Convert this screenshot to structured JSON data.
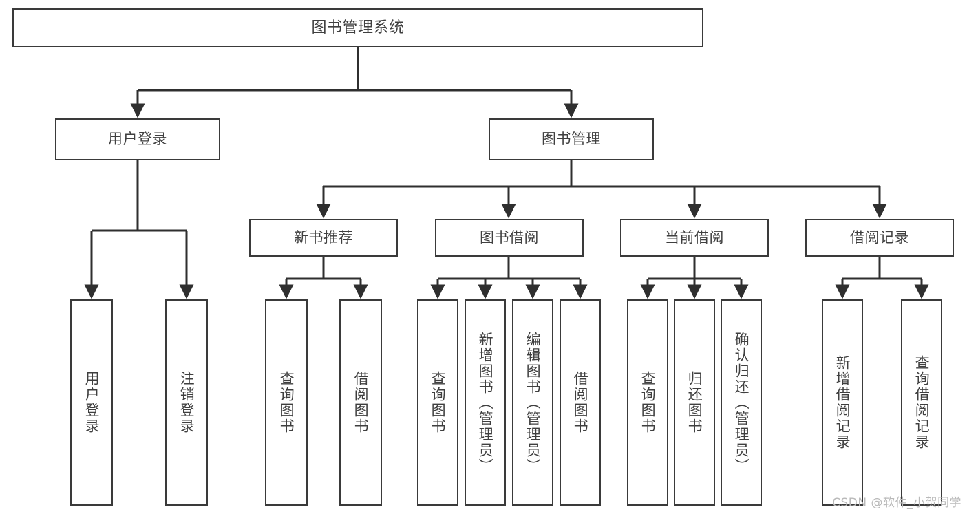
{
  "diagram": {
    "title": "图书管理系统",
    "type": "tree",
    "colors": {
      "border": "#3a3a3a",
      "text": "#3f3f3f",
      "edge": "#2f2f2f",
      "background": "#ffffff",
      "watermark": "#b9b9b9"
    },
    "watermark": "CSDN @软件_小贺同学",
    "nodes": {
      "root": {
        "label": "图书管理系统"
      },
      "level1": [
        {
          "id": "user-login",
          "label": "用户登录"
        },
        {
          "id": "book-manage",
          "label": "图书管理"
        }
      ],
      "level2": [
        {
          "id": "new-book-recommend",
          "label": "新书推荐"
        },
        {
          "id": "book-borrow",
          "label": "图书借阅"
        },
        {
          "id": "current-borrow",
          "label": "当前借阅"
        },
        {
          "id": "borrow-record",
          "label": "借阅记录"
        }
      ],
      "leaves": {
        "user-login": [
          {
            "id": "leaf-user-login",
            "label": "用户登录"
          },
          {
            "id": "leaf-logout",
            "label": "注销登录"
          }
        ],
        "new-book-recommend": [
          {
            "id": "leaf-query-book-1",
            "label": "查询图书"
          },
          {
            "id": "leaf-borrow-book-1",
            "label": "借阅图书"
          }
        ],
        "book-borrow": [
          {
            "id": "leaf-query-book-2",
            "label": "查询图书"
          },
          {
            "id": "leaf-add-book",
            "label": "新增图书（管理员）"
          },
          {
            "id": "leaf-edit-book",
            "label": "编辑图书（管理员）"
          },
          {
            "id": "leaf-borrow-book-2",
            "label": "借阅图书"
          }
        ],
        "current-borrow": [
          {
            "id": "leaf-query-book-3",
            "label": "查询图书"
          },
          {
            "id": "leaf-return-book",
            "label": "归还图书"
          },
          {
            "id": "leaf-confirm-return",
            "label": "确认归还（管理员）"
          }
        ],
        "borrow-record": [
          {
            "id": "leaf-add-record",
            "label": "新增借阅记录"
          },
          {
            "id": "leaf-query-record",
            "label": "查询借阅记录"
          }
        ]
      }
    }
  }
}
